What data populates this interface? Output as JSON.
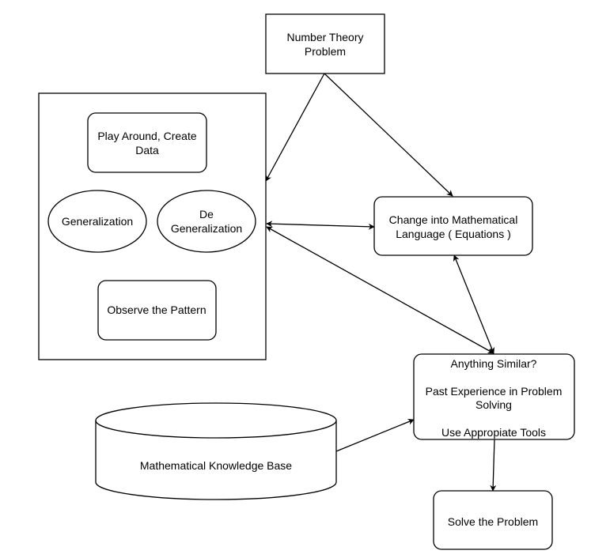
{
  "diagram": {
    "nodes": {
      "number_theory": {
        "lines": [
          "Number Theory",
          "Problem"
        ]
      },
      "play_around": {
        "lines": [
          "Play Around, Create",
          "Data"
        ]
      },
      "generalization": {
        "lines": [
          "Generalization"
        ]
      },
      "de_generalization": {
        "lines": [
          "De",
          "Generalization"
        ]
      },
      "observe_pattern": {
        "lines": [
          "Observe the Pattern"
        ]
      },
      "change_math": {
        "lines": [
          "Change into Mathematical",
          "Language ( Equations )"
        ]
      },
      "anything_similar": {
        "lines": [
          "Anything Similar?",
          "",
          "Past Experience in Problem",
          "Solving",
          "",
          "Use Appropiate Tools"
        ]
      },
      "knowledge_base": {
        "lines": [
          "Mathematical Knowledge Base"
        ]
      },
      "solve_problem": {
        "lines": [
          "Solve the Problem"
        ]
      }
    }
  }
}
